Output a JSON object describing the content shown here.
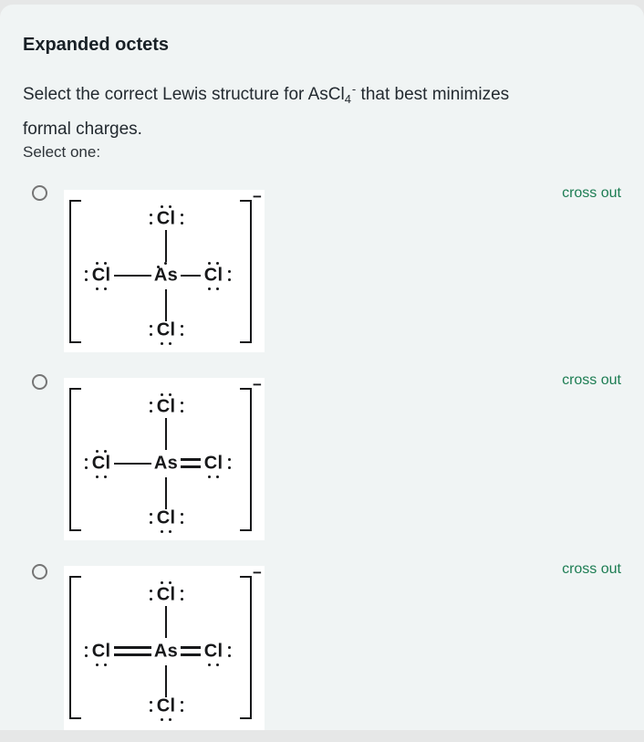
{
  "colors": {
    "outside_bg": "#e6e7e7",
    "card_bg": "#f0f4f4",
    "link_green": "#1d7d53",
    "ink": "#17181a",
    "text": "#232a30"
  },
  "header": {
    "title": "Expanded octets"
  },
  "question": {
    "prefix": "Select the correct Lewis structure for AsCl",
    "formula_subscript": "4",
    "charge_superscript": "-",
    "suffix": " that best minimizes",
    "line2": "formal charges."
  },
  "select_prompt": "Select one:",
  "options": [
    {
      "cross_out_label": "cross out",
      "selected": false,
      "structure": {
        "charge": "−",
        "central": {
          "symbol": "As",
          "lone_pair": true
        },
        "atoms": {
          "top": {
            "symbol": "Cl",
            "bond": "single",
            "dots": [
              "above",
              "left",
              "right"
            ]
          },
          "left": {
            "symbol": "Cl",
            "bond": "single",
            "dots": [
              "left",
              "above",
              "below"
            ]
          },
          "right": {
            "symbol": "Cl",
            "bond": "single",
            "dots": [
              "right",
              "above",
              "below"
            ]
          },
          "bottom": {
            "symbol": "Cl",
            "bond": "single",
            "dots": [
              "left",
              "right",
              "below"
            ]
          }
        }
      }
    },
    {
      "cross_out_label": "cross out",
      "selected": false,
      "structure": {
        "charge": "−",
        "central": {
          "symbol": "As",
          "lone_pair": false
        },
        "atoms": {
          "top": {
            "symbol": "Cl",
            "bond": "single",
            "dots": [
              "above",
              "left",
              "right"
            ]
          },
          "left": {
            "symbol": "Cl",
            "bond": "single",
            "dots": [
              "left",
              "above",
              "below"
            ]
          },
          "right": {
            "symbol": "Cl",
            "bond": "double",
            "dots": [
              "right",
              "below"
            ]
          },
          "bottom": {
            "symbol": "Cl",
            "bond": "single",
            "dots": [
              "left",
              "right",
              "below"
            ]
          }
        }
      }
    },
    {
      "cross_out_label": "cross out",
      "selected": false,
      "structure": {
        "charge": "−",
        "central": {
          "symbol": "As",
          "lone_pair": false
        },
        "atoms": {
          "top": {
            "symbol": "Cl",
            "bond": "single",
            "dots": [
              "above",
              "left",
              "right"
            ]
          },
          "left": {
            "symbol": "Cl",
            "bond": "double",
            "dots": [
              "left",
              "below"
            ]
          },
          "right": {
            "symbol": "Cl",
            "bond": "double",
            "dots": [
              "right",
              "below"
            ]
          },
          "bottom": {
            "symbol": "Cl",
            "bond": "single",
            "dots": [
              "left",
              "right",
              "below"
            ]
          }
        }
      }
    }
  ]
}
